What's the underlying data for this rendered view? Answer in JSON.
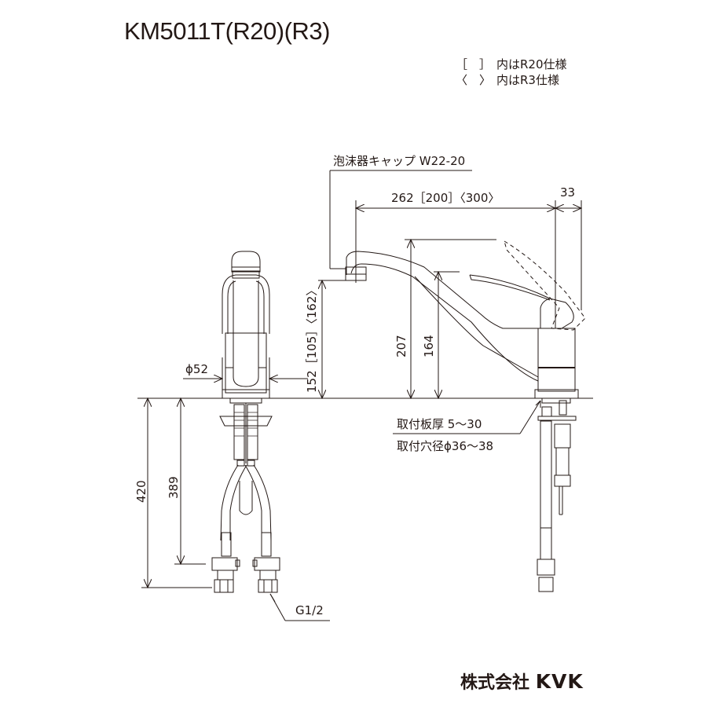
{
  "title": "KM5011T(R20)(R3)",
  "legend": [
    {
      "symbol": "［　］",
      "text": "内はR20仕様"
    },
    {
      "symbol": "〈　〉",
      "text": "内はR3仕様"
    }
  ],
  "labels": {
    "aerator": "泡沫器キャップ W22-20",
    "spout_length": "262［200］〈300〉",
    "handle_offset": "33",
    "spout_height": "152［105］〈162〉",
    "total_height": "207",
    "handle_height": "164",
    "body_diameter": "ϕ52",
    "mount_thickness": "取付板厚 5〜30",
    "mount_hole": "取付穴径ϕ36〜38",
    "hose_total": "420",
    "hose_nut": "389",
    "thread": "G1/2"
  },
  "brand": {
    "company": "株式会社",
    "logo": "KVK"
  },
  "colors": {
    "line": "#231815",
    "background": "#ffffff"
  }
}
